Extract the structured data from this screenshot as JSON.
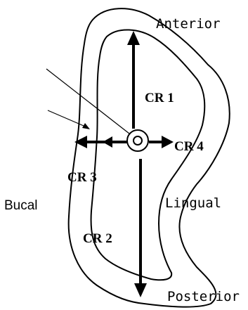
{
  "labels": {
    "anterior": "Anterior",
    "posterior": "Posterior",
    "lingual": "Lingual",
    "bucal": "Bucal",
    "cr1": "CR 1",
    "cr2": "CR 2",
    "cr3": "CR 3",
    "cr4": "CR 4"
  },
  "colors": {
    "ink": "#000000",
    "background": "#ffffff"
  }
}
